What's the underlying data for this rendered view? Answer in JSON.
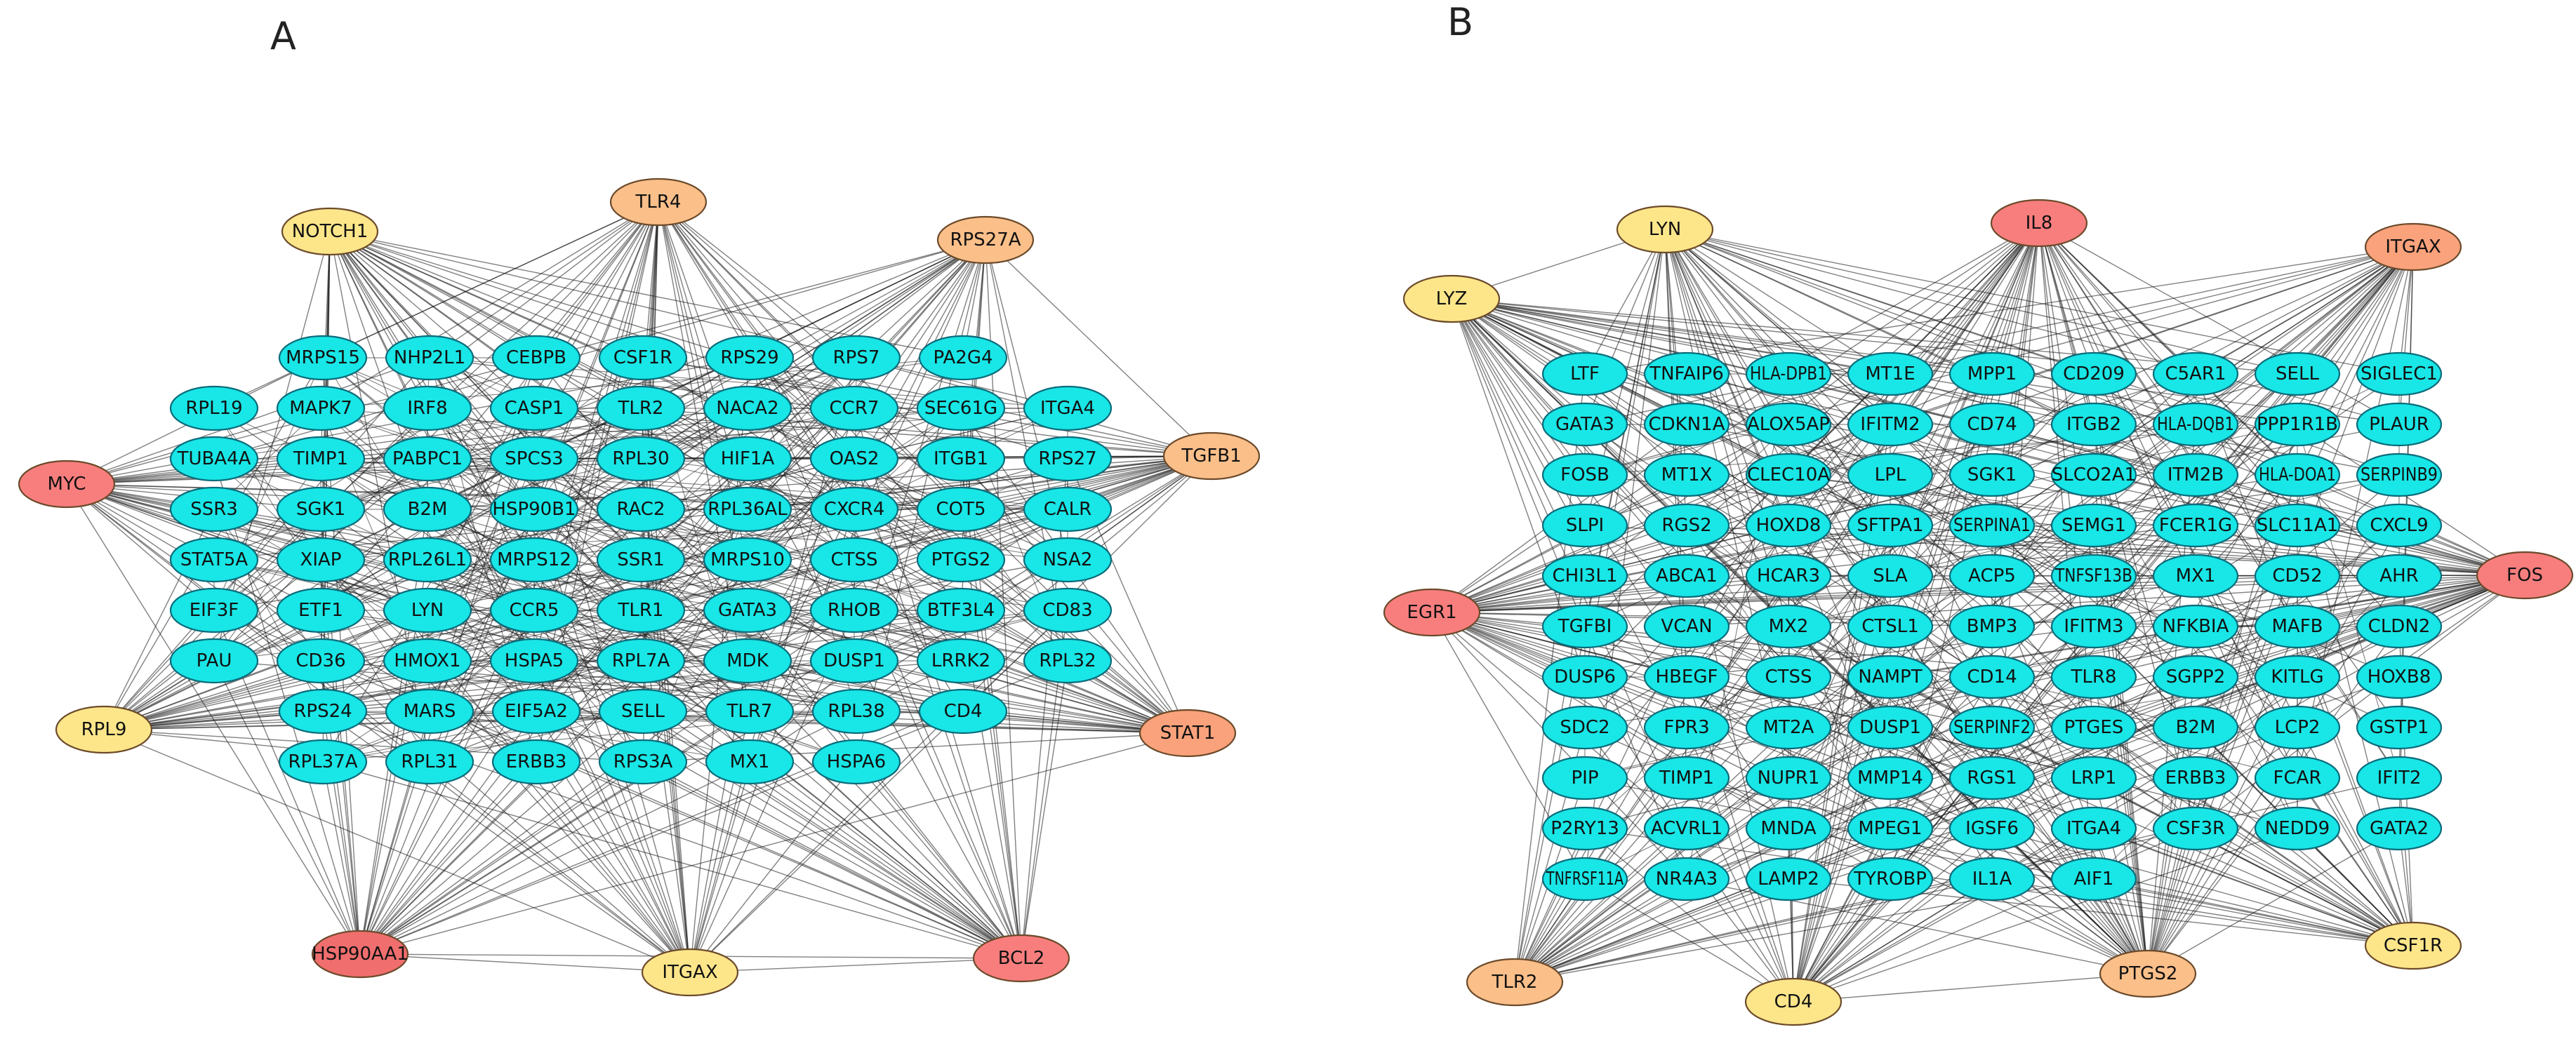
{
  "panels": [
    {
      "label": "A",
      "inner": [
        "MRPS15",
        "NHP2L1",
        "CEBPB",
        "CSF1R",
        "RPS29",
        "RPS7",
        "PA2G4",
        "RPL19",
        "MAPK7",
        "IRF8",
        "CASP1",
        "TLR2",
        "NACA2",
        "CCR7",
        "SEC61G",
        "ITGA4",
        "TUBA4A",
        "TIMP1",
        "PABPC1",
        "SPCS3",
        "RPL30",
        "HIF1A",
        "OAS2",
        "ITGB1",
        "RPS27",
        "SSR3",
        "SGK1",
        "B2M",
        "HSP90B1",
        "RAC2",
        "RPL36AL",
        "CXCR4",
        "COT5",
        "CALR",
        "STAT5A",
        "XIAP",
        "RPL26L1",
        "MRPS12",
        "SSR1",
        "MRPS10",
        "CTSS",
        "PTGS2",
        "NSA2",
        "EIF3F",
        "ETF1",
        "LYN",
        "CCR5",
        "TLR1",
        "GATA3",
        "RHOB",
        "BTF3L4",
        "CD83",
        "PAU",
        "CD36",
        "HMOX1",
        "HSPA5",
        "RPL7A",
        "MDK",
        "DUSP1",
        "LRRK2",
        "RPL32",
        "RPS24",
        "MARS",
        "EIF5A2",
        "SELL",
        "TLR7",
        "RPL38",
        "CD4",
        "RPL37A",
        "RPL31",
        "ERBB3",
        "RPS3A",
        "MX1",
        "HSPA6"
      ],
      "hubs": [
        {
          "name": "NOTCH1",
          "color": "#fde68a"
        },
        {
          "name": "TLR4",
          "color": "#fbbf8a"
        },
        {
          "name": "RPS27A",
          "color": "#fbbf8a"
        },
        {
          "name": "MYC",
          "color": "#f87e7e"
        },
        {
          "name": "TGFB1",
          "color": "#fbbf8a"
        },
        {
          "name": "RPL9",
          "color": "#fde68a"
        },
        {
          "name": "STAT1",
          "color": "#f9a27c"
        },
        {
          "name": "HSP90AA1",
          "color": "#f06e6e"
        },
        {
          "name": "ITGAX",
          "color": "#fde68a"
        },
        {
          "name": "BCL2",
          "color": "#f87e7e"
        }
      ]
    },
    {
      "label": "B",
      "inner": [
        "LTF",
        "TNFAIP6",
        "HLA-DPB1",
        "MT1E",
        "MPP1",
        "CD209",
        "C5AR1",
        "SELL",
        "SIGLEC1",
        "GATA3",
        "CDKN1A",
        "ALOX5AP",
        "IFITM2",
        "CD74",
        "ITGB2",
        "HLA-DQB1",
        "PPP1R1B",
        "PLAUR",
        "FOSB",
        "MT1X",
        "CLEC10A",
        "LPL",
        "SGK1",
        "SLCO2A1",
        "ITM2B",
        "HLA-DOA1",
        "SERPINB9",
        "SLPI",
        "RGS2",
        "HOXD8",
        "SFTPA1",
        "SERPINA1",
        "SEMG1",
        "FCER1G",
        "SLC11A1",
        "CXCL9",
        "CHI3L1",
        "ABCA1",
        "HCAR3",
        "SLA",
        "ACP5",
        "TNFSF13B",
        "MX1",
        "CD52",
        "AHR",
        "TGFBI",
        "VCAN",
        "MX2",
        "CTSL1",
        "BMP3",
        "IFITM3",
        "NFKBIA",
        "MAFB",
        "CLDN2",
        "DUSP6",
        "HBEGF",
        "CTSS",
        "NAMPT",
        "CD14",
        "TLR8",
        "SGPP2",
        "KITLG",
        "HOXB8",
        "SDC2",
        "FPR3",
        "MT2A",
        "DUSP1",
        "SERPINF2",
        "PTGES",
        "B2M",
        "LCP2",
        "GSTP1",
        "PIP",
        "TIMP1",
        "NUPR1",
        "MMP14",
        "RGS1",
        "LRP1",
        "ERBB3",
        "FCAR",
        "IFIT2",
        "P2RY13",
        "ACVRL1",
        "MNDA",
        "MPEG1",
        "IGSF6",
        "ITGA4",
        "CSF3R",
        "NEDD9",
        "GATA2",
        "TNFRSF11A",
        "NR4A3",
        "LAMP2",
        "TYROBP",
        "IL1A",
        "AIF1"
      ],
      "hubs": [
        {
          "name": "LYN",
          "color": "#fde68a"
        },
        {
          "name": "IL8",
          "color": "#f87e7e"
        },
        {
          "name": "ITGAX",
          "color": "#f9a27c"
        },
        {
          "name": "LYZ",
          "color": "#fde68a"
        },
        {
          "name": "EGR1",
          "color": "#f87e7e"
        },
        {
          "name": "FOS",
          "color": "#f87e7e"
        },
        {
          "name": "TLR2",
          "color": "#fbbf8a"
        },
        {
          "name": "CD4",
          "color": "#fde68a"
        },
        {
          "name": "PTGS2",
          "color": "#fbbf8a"
        },
        {
          "name": "CSF1R",
          "color": "#fde68a"
        }
      ]
    }
  ],
  "colors": {
    "inner_fill": "#19e6e6",
    "inner_stroke": "#0a6b7a",
    "edge": "#1a1a1a"
  }
}
